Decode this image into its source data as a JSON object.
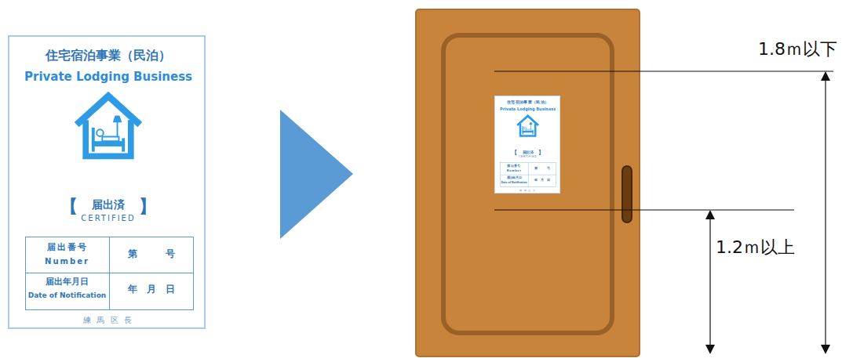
{
  "diagram": {
    "nodes": [
      {
        "text": [
          "住宅宿泊事業（民泊）",
          "Private Lodging Business",
          "【",
          "届出済",
          "CERTIFIED",
          "】",
          "届出番号",
          "Number",
          "第　　　号",
          "届出年月日",
          "Date of Notification",
          "年　月　日",
          "練 馬 区 長"
        ]
      },
      {
        "text": [
          "住宅宿泊事業（民泊）",
          "Private Lodging Business",
          "【",
          "届出済",
          "CERTIFIED",
          "】",
          "届出番号",
          "Number",
          "第　　　号",
          "届出年月日",
          "Date of Notification",
          "年　月　日",
          "練 馬 区 長"
        ]
      }
    ],
    "labels": [
      "1.8ｍ以下",
      "1.2ｍ以上"
    ]
  }
}
